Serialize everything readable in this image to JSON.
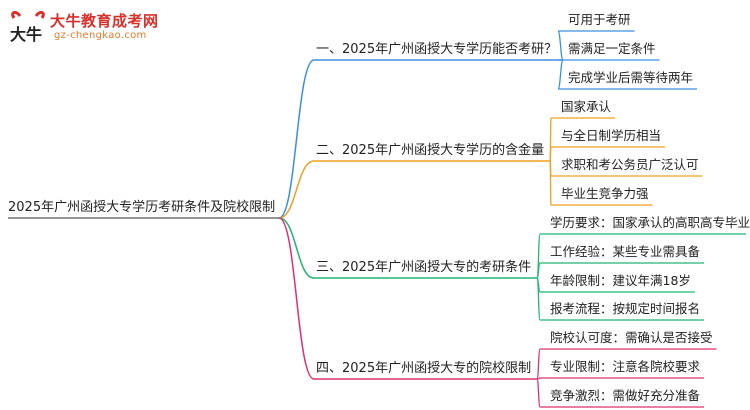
{
  "logo": {
    "title": "大牛教育成考网",
    "url": "gz-chengkao.com",
    "mark_text": "大牛"
  },
  "mindmap": {
    "root": "2025年广州函授大专学历考研条件及院校限制",
    "branches": [
      {
        "label": "一、2025年广州函授大专学历能否考研？",
        "color": "#3b8fe0",
        "leaves": [
          "可用于考研",
          "需满足一定条件",
          "完成学业后需等待两年"
        ]
      },
      {
        "label": "二、2025年广州函授大专学历的含金量",
        "color": "#f0a020",
        "leaves": [
          "国家承认",
          "与全日制学历相当",
          "求职和考公务员广泛认可",
          "毕业生竞争力强"
        ]
      },
      {
        "label": "三、2025年广州函授大专的考研条件",
        "color": "#22b573",
        "leaves": [
          "学历要求：国家承认的高职高专毕业证书",
          "工作经验：某些专业需具备",
          "年龄限制：建议年满18岁",
          "报考流程：按规定时间报名"
        ]
      },
      {
        "label": "四、2025年广州函授大专的院校限制",
        "color": "#e0306e",
        "leaves": [
          "院校认可度：需确认是否接受",
          "专业限制：注意各院校要求",
          "竞争激烈：需做好充分准备"
        ]
      }
    ]
  }
}
